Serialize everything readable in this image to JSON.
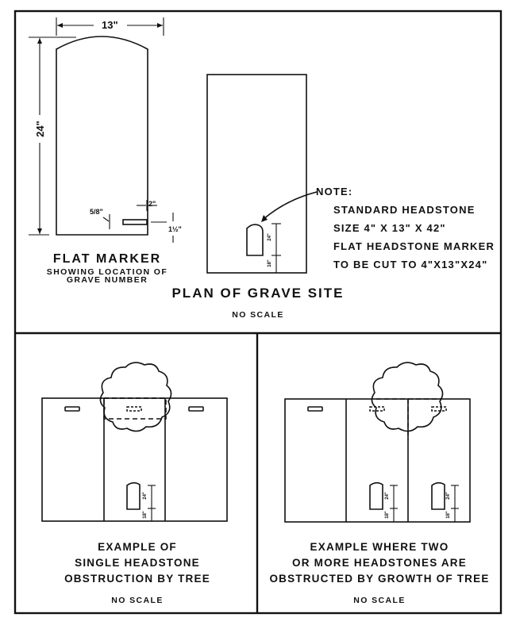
{
  "flat_marker": {
    "title": "FLAT MARKER",
    "subtitle_line1": "SHOWING LOCATION OF",
    "subtitle_line2": "GRAVE NUMBER",
    "dim_width": "13\"",
    "dim_height": "24\"",
    "dim_offset_side": "2\"",
    "dim_offset_bottom": "1½\"",
    "dim_number_height": "5/8\""
  },
  "plan": {
    "title": "PLAN OF GRAVE SITE",
    "scale": "NO SCALE",
    "dim_stone": "24\"",
    "dim_setback": "18\""
  },
  "note": {
    "label": "NOTE:",
    "lines": [
      "STANDARD HEADSTONE",
      "SIZE  4\" X 13\" X 42\"",
      "FLAT HEADSTONE MARKER",
      "TO BE CUT TO 4\"X13\"X24\""
    ]
  },
  "example_single": {
    "lines": [
      "EXAMPLE OF",
      "SINGLE HEADSTONE",
      "OBSTRUCTION BY TREE"
    ],
    "scale": "NO SCALE",
    "dim_stone": "24\"",
    "dim_setback": "18\""
  },
  "example_multiple": {
    "lines": [
      "EXAMPLE WHERE TWO",
      "OR MORE HEADSTONES ARE",
      "OBSTRUCTED BY GROWTH OF TREE"
    ],
    "scale": "NO SCALE",
    "dim_stone": "24\"",
    "dim_setback": "18\""
  },
  "colors": {
    "ink": "#111111",
    "paper": "#ffffff"
  }
}
